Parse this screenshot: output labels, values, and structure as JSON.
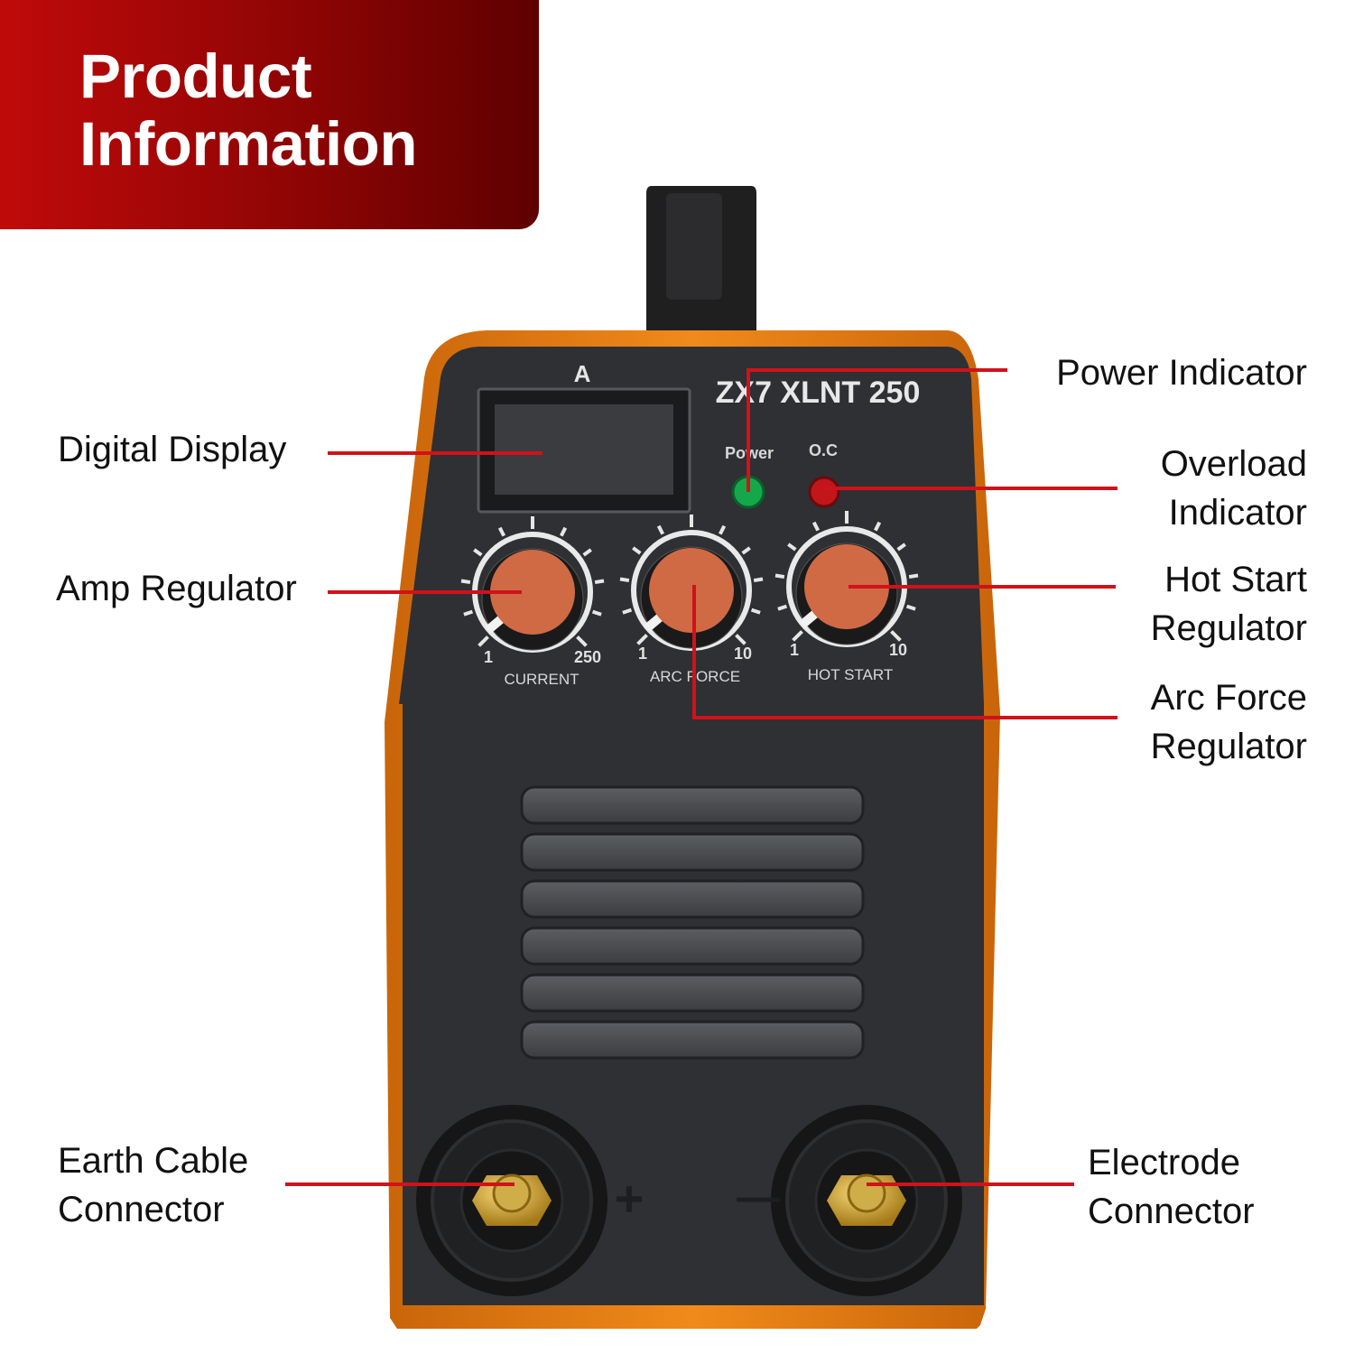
{
  "banner": {
    "title_line1": "Product",
    "title_line2": "Information",
    "gradient_start": "#c00a0a",
    "gradient_end": "#5e0000"
  },
  "machine": {
    "model": "ZX7 XLNT 250",
    "display_unit": "A",
    "indicators": {
      "power_label": "Power",
      "overload_label": "O.C"
    },
    "knobs": [
      {
        "name": "CURRENT",
        "min": "1",
        "max": "250"
      },
      {
        "name": "ARC FORCE",
        "min": "1",
        "max": "10"
      },
      {
        "name": "HOT START",
        "min": "1",
        "max": "10"
      }
    ],
    "terminals": {
      "positive": "+",
      "negative": "—"
    },
    "colors": {
      "casing": "#e07a12",
      "panel": "#2e3033",
      "knob": "#cf6a45",
      "leader_line": "#d0121b"
    }
  },
  "callouts": {
    "power_indicator": "Power Indicator",
    "digital_display": "Digital Display",
    "overload_indicator": [
      "Overload",
      "Indicator"
    ],
    "amp_regulator": "Amp Regulator",
    "hot_start_regulator": [
      "Hot Start",
      "Regulator"
    ],
    "arc_force_regulator": [
      "Arc Force",
      "Regulator"
    ],
    "earth_cable_connector": [
      "Earth Cable",
      "Connector"
    ],
    "electrode_connector": [
      "Electrode",
      "Connector"
    ]
  }
}
